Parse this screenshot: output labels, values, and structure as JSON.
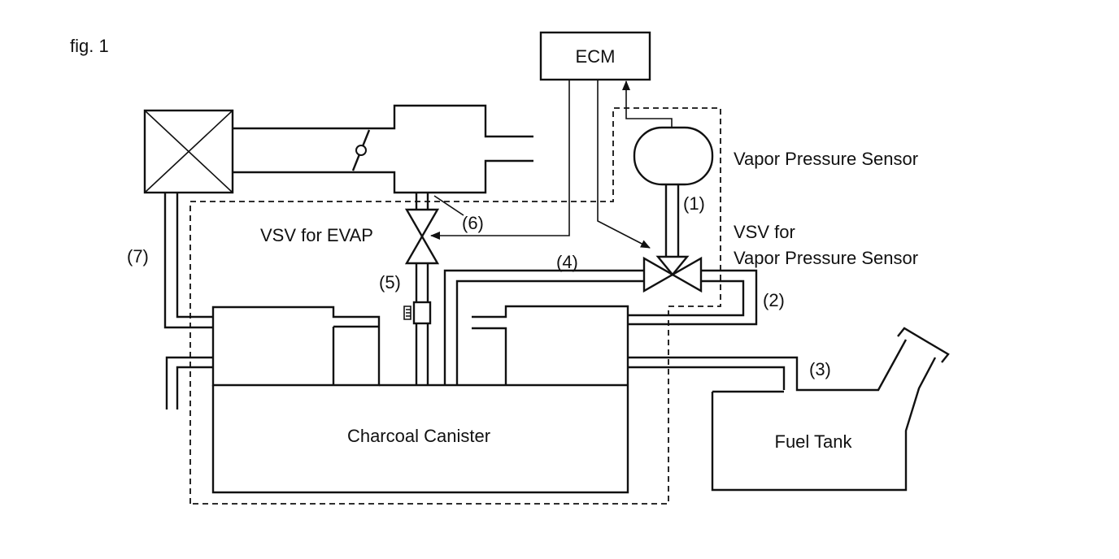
{
  "figure": {
    "caption": "fig. 1"
  },
  "labels": {
    "ecm": "ECM",
    "vapor_pressure_sensor": "Vapor Pressure Sensor",
    "vsv_for_evap": "VSV for EVAP",
    "vsv_for_sensor_line1": "VSV for",
    "vsv_for_sensor_line2": "Vapor Pressure Sensor",
    "charcoal_canister": "Charcoal Canister",
    "fuel_tank": "Fuel Tank"
  },
  "callouts": {
    "c1": "(1)",
    "c2": "(2)",
    "c3": "(3)",
    "c4": "(4)",
    "c5": "(5)",
    "c6": "(6)",
    "c7": "(7)"
  },
  "colors": {
    "line": "#111111",
    "background": "#ffffff"
  }
}
